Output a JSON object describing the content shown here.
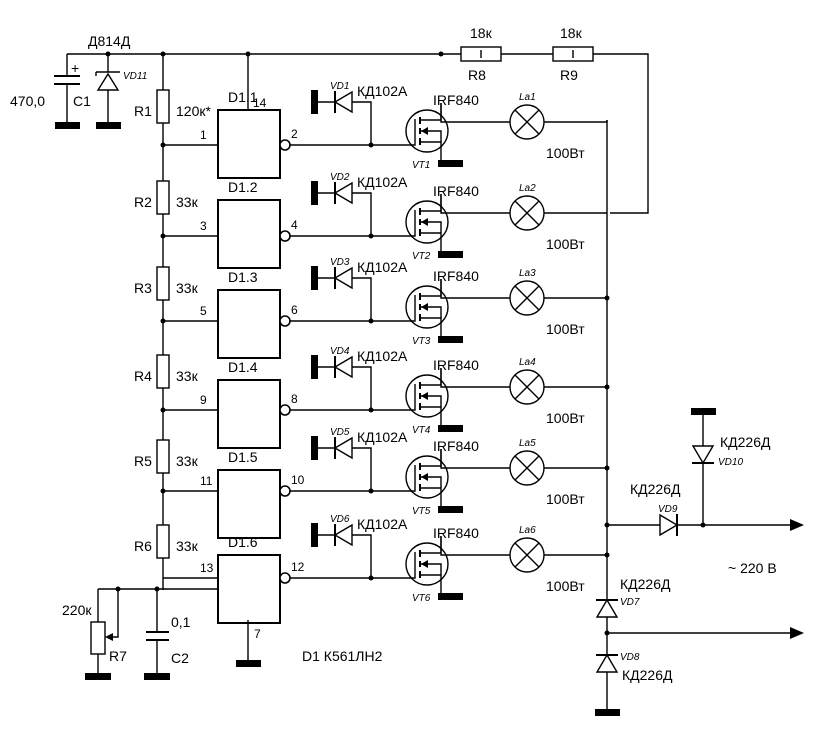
{
  "supply": {
    "zener_label": "Д814Д",
    "cap_value": "470,0",
    "cap_ref": "C1",
    "cap_plus": "+",
    "zener_ref": "VD11"
  },
  "feedback": {
    "r8_value": "18к",
    "r8_ref": "R8",
    "r9_value": "18к",
    "r9_ref": "R9"
  },
  "resistors": [
    {
      "ref": "R1",
      "value": "120к*"
    },
    {
      "ref": "R2",
      "value": "33к"
    },
    {
      "ref": "R3",
      "value": "33к"
    },
    {
      "ref": "R4",
      "value": "33к"
    },
    {
      "ref": "R5",
      "value": "33к"
    },
    {
      "ref": "R6",
      "value": "33к"
    }
  ],
  "gates": [
    {
      "name": "D1.1",
      "pin_in": "1",
      "pin_out": "2"
    },
    {
      "name": "D1.2",
      "pin_in": "3",
      "pin_out": "4"
    },
    {
      "name": "D1.3",
      "pin_in": "5",
      "pin_out": "6"
    },
    {
      "name": "D1.4",
      "pin_in": "9",
      "pin_out": "8"
    },
    {
      "name": "D1.5",
      "pin_in": "11",
      "pin_out": "10"
    },
    {
      "name": "D1.6",
      "pin_in": "13",
      "pin_out": "12"
    }
  ],
  "gate_power_pin": "14",
  "gate_ground_pin": "7",
  "chip_label": "D1 К561ЛН2",
  "diodes": [
    {
      "ref": "VD1",
      "type": "КД102А"
    },
    {
      "ref": "VD2",
      "type": "КД102А"
    },
    {
      "ref": "VD3",
      "type": "КД102А"
    },
    {
      "ref": "VD4",
      "type": "КД102А"
    },
    {
      "ref": "VD5",
      "type": "КД102А"
    },
    {
      "ref": "VD6",
      "type": "КД102А"
    }
  ],
  "transistors": [
    {
      "ref": "VT1",
      "type": "IRF840"
    },
    {
      "ref": "VT2",
      "type": "IRF840"
    },
    {
      "ref": "VT3",
      "type": "IRF840"
    },
    {
      "ref": "VT4",
      "type": "IRF840"
    },
    {
      "ref": "VT5",
      "type": "IRF840"
    },
    {
      "ref": "VT6",
      "type": "IRF840"
    }
  ],
  "lamps": [
    {
      "ref": "La1",
      "power": "100Вт"
    },
    {
      "ref": "La2",
      "power": "100Вт"
    },
    {
      "ref": "La3",
      "power": "100Вт"
    },
    {
      "ref": "La4",
      "power": "100Вт"
    },
    {
      "ref": "La5",
      "power": "100Вт"
    },
    {
      "ref": "La6",
      "power": "100Вт"
    }
  ],
  "timing": {
    "pot_value": "220к",
    "pot_ref": "R7",
    "cap_value": "0,1",
    "cap_ref": "C2"
  },
  "rectifier": {
    "vd7_ref": "VD7",
    "vd7_type": "КД226Д",
    "vd8_ref": "VD8",
    "vd8_type": "КД226Д",
    "vd9_ref": "VD9",
    "vd9_type": "КД226Д",
    "vd10_ref": "VD10",
    "vd10_type": "КД226Д",
    "mains_label": "~ 220 В"
  }
}
